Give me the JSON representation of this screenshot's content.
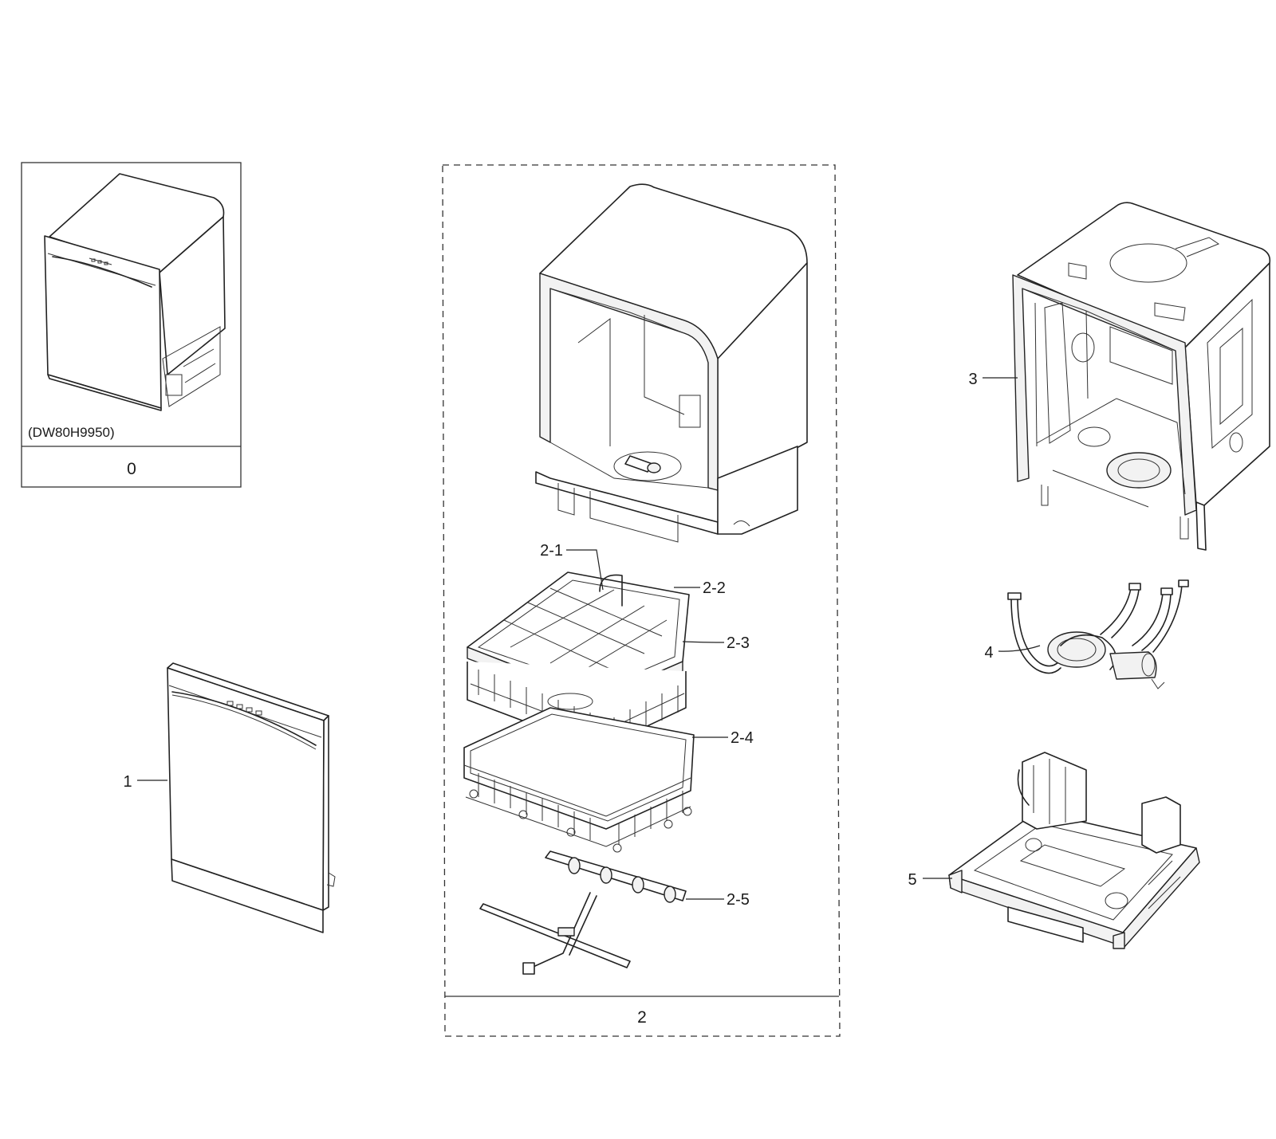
{
  "diagram": {
    "model_label": "(DW80H9950)",
    "group_labels": {
      "assembly": "0",
      "tub_group": "2"
    },
    "callouts": {
      "door": "1",
      "tub_assembly": "3",
      "hose_assembly": "4",
      "base_assembly": "5",
      "part_2_1": "2-1",
      "part_2_2": "2-2",
      "part_2_3": "2-3",
      "part_2_4": "2-4",
      "part_2_5": "2-5"
    },
    "icons": [
      "dishwasher-assembly-icon",
      "door-icon",
      "outer-case-icon",
      "rack-icon",
      "spray-arm-icon",
      "inner-tub-icon",
      "hose-icon",
      "base-icon"
    ]
  }
}
